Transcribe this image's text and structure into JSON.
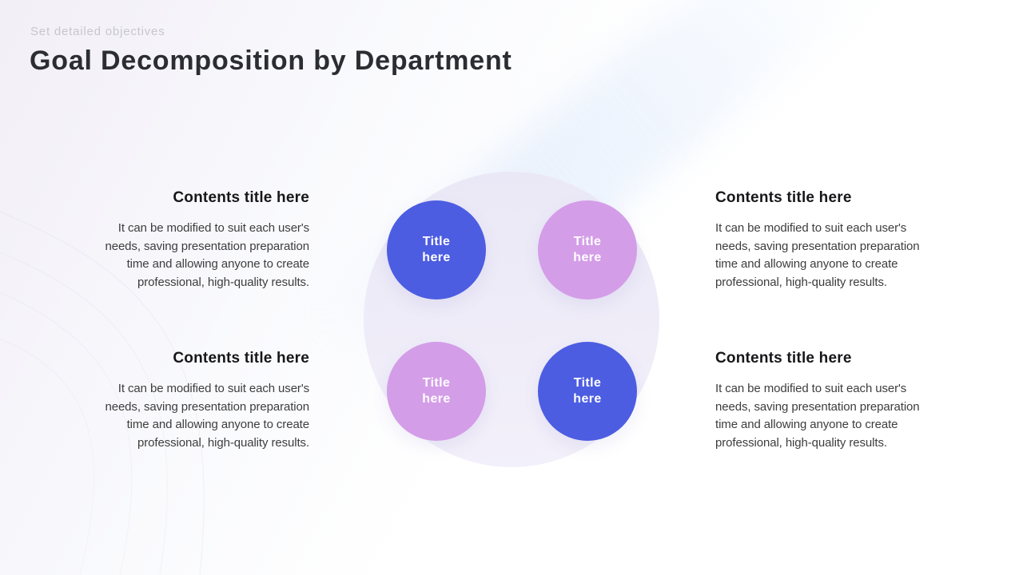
{
  "slide": {
    "kicker": "Set detailed objectives",
    "title": "Goal Decomposition by Department"
  },
  "colors": {
    "accent_blue": "#4c5de2",
    "accent_pink": "#d49de8",
    "hub_lavender": "#edeaf7",
    "kicker_gray": "#c7c7ca",
    "title_dark": "#2b2d33",
    "body_gray": "#3d3d3f"
  },
  "diagram": {
    "circles": [
      {
        "position": "top-left",
        "label": "Title\nhere",
        "color": "#4c5de2"
      },
      {
        "position": "top-right",
        "label": "Title\nhere",
        "color": "#d49de8"
      },
      {
        "position": "bottom-left",
        "label": "Title\nhere",
        "color": "#d49de8"
      },
      {
        "position": "bottom-right",
        "label": "Title\nhere",
        "color": "#4c5de2"
      }
    ]
  },
  "content_blocks": [
    {
      "position": "left-top",
      "title": "Contents title here",
      "body": "It can be modified to suit each user's\nneeds, saving presentation preparation\ntime and allowing anyone to create\nprofessional, high-quality results."
    },
    {
      "position": "left-bottom",
      "title": "Contents title here",
      "body": "It can be modified to suit each user's\nneeds, saving presentation preparation\ntime and allowing anyone to create\nprofessional, high-quality results."
    },
    {
      "position": "right-top",
      "title": "Contents title here",
      "body": "It can be modified to suit each user's\nneeds, saving presentation preparation\ntime and allowing anyone to create\nprofessional, high-quality results."
    },
    {
      "position": "right-bottom",
      "title": "Contents title here",
      "body": "It can be modified to suit each user's\nneeds, saving presentation preparation\ntime and allowing anyone to create\nprofessional, high-quality results."
    }
  ]
}
